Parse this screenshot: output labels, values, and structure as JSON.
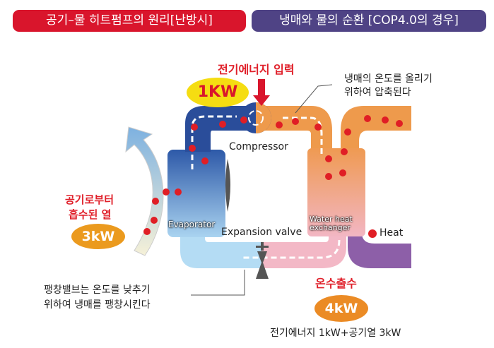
{
  "header": {
    "left_title": "공기–물 히트펌프의 원리[난방시]",
    "right_title": "냉매와 물의 순환 [COP4.0의 경우]"
  },
  "labels": {
    "electric_input": "전기에너지 입력",
    "electric_power": "1KW",
    "compress_note_1": "냉매의 온도를 올리기",
    "compress_note_2": "위하여 압축된다",
    "compressor": "Compressor",
    "air_heat_1": "공기로부터",
    "air_heat_2": "흡수된 열",
    "air_power": "3kW",
    "evaporator": "Evaporator",
    "expansion_valve": "Expansion valve",
    "water_hx_1": "Water heat",
    "water_hx_2": "exchanger",
    "heat_legend": "Heat",
    "expansion_note_1": "팽창밸브는 온도를 낮추기",
    "expansion_note_2": "위하여 냉매를 팽창시킨다",
    "hot_water_out": "온수출수",
    "output_power": "4kW",
    "output_formula": "전기에너지 1kW+공기열 3kW"
  },
  "colors": {
    "header_left": "#d9152c",
    "header_right": "#4f4385",
    "heat_dot": "#e01e25",
    "cold_refrigerant": "#2a4d9a",
    "hot_refrigerant": "#ee9a4c",
    "badge_yellow": "#f5dd12",
    "badge_orange": "#eb9a1e"
  }
}
